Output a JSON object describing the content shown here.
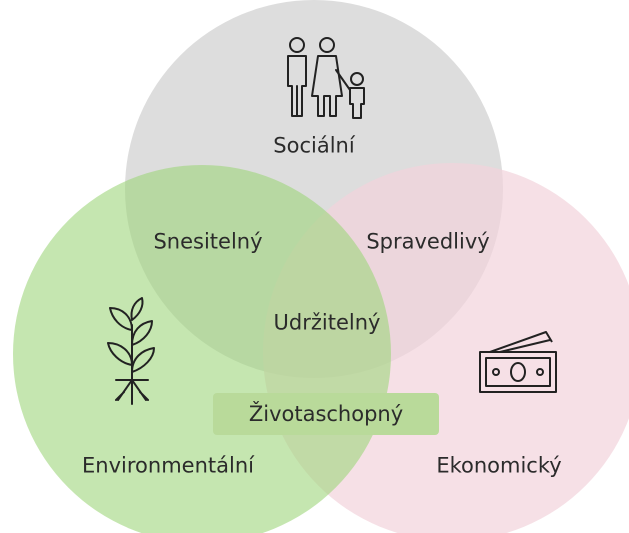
{
  "circles": {
    "social": {
      "label": "Sociální",
      "color": "#cfcfcf"
    },
    "environmental": {
      "label": "Environmentální",
      "color": "#9fd67c"
    },
    "economic": {
      "label": "Ekonomický",
      "color": "#f2d3db"
    }
  },
  "intersections": {
    "social_environmental": "Snesitelný",
    "social_economic": "Spravedlivý",
    "all": "Udržitelný",
    "environmental_economic": "Životaschopný"
  },
  "pill_color": "#b9da9a",
  "icons": {
    "social": "family-icon",
    "environmental": "plant-icon",
    "economic": "banknotes-icon"
  }
}
